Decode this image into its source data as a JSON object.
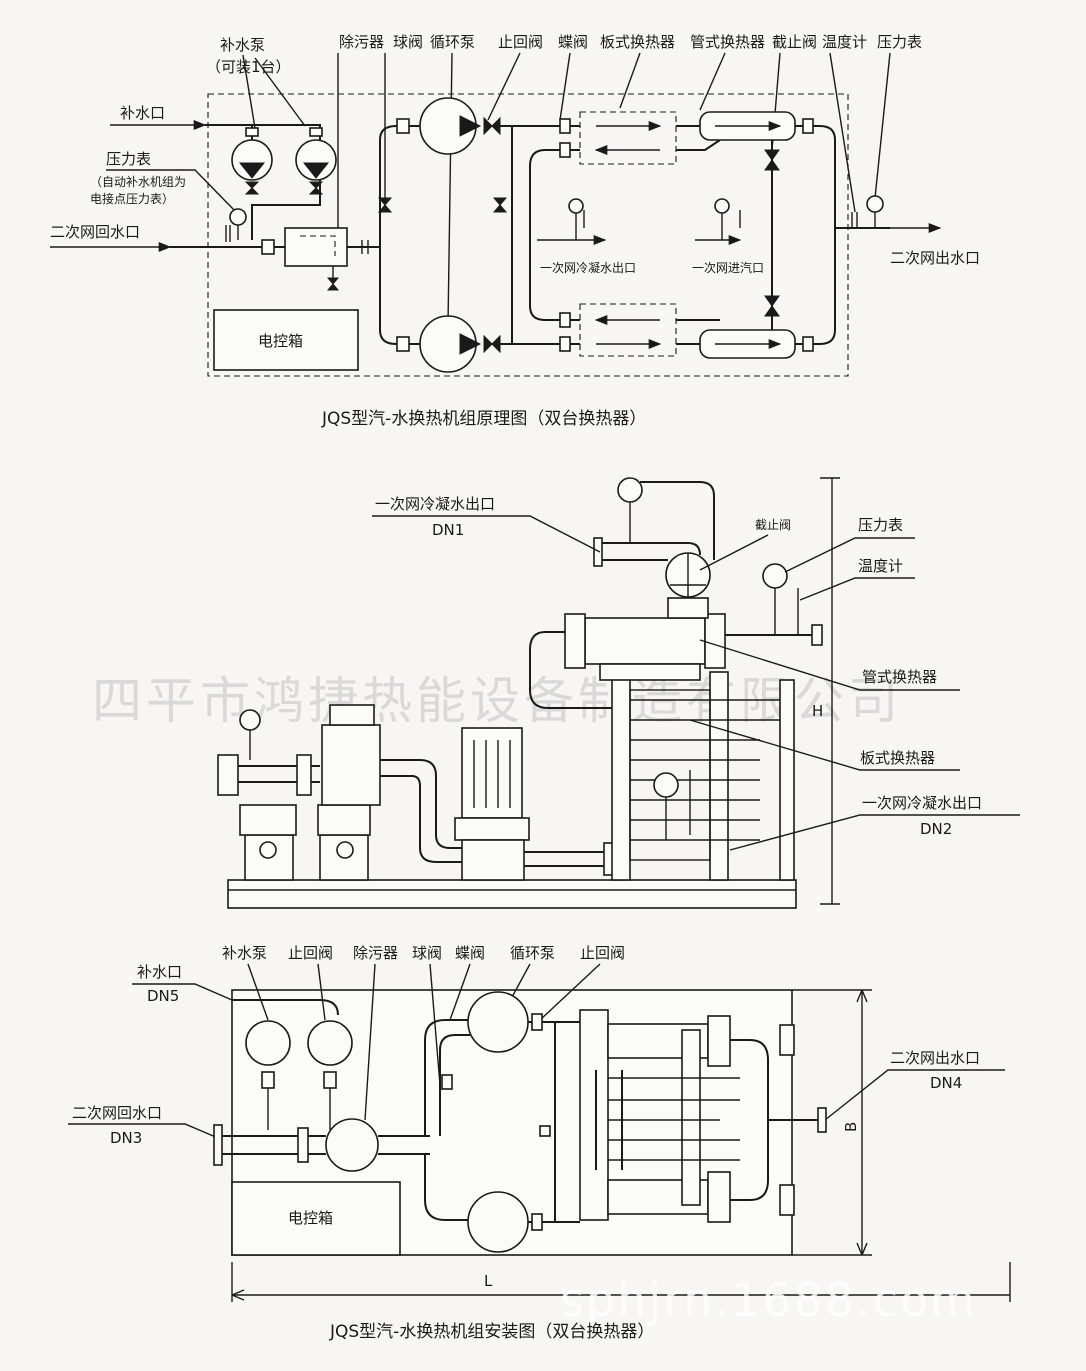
{
  "watermark_cn": "四平市鸿捷热能设备制造有限公司",
  "watermark_url": "sphjrn.1688.com",
  "schematic": {
    "title": "JQS型汽-水换热机组原理图（双台换热器）",
    "labels": {
      "makeup_pump": "补水泵",
      "makeup_pump_note": "（可装1台）",
      "strainer": "除污器",
      "ball_valve": "球阀",
      "circ_pump": "循环泵",
      "check_valve": "止回阀",
      "butterfly_valve": "蝶阀",
      "plate_hx": "板式换热器",
      "tube_hx": "管式换热器",
      "stop_valve": "截止阀",
      "thermometer": "温度计",
      "pressure_gauge": "压力表",
      "makeup_inlet": "补水口",
      "pressure_gauge_left": "压力表",
      "pg_note_1": "（自动补水机组为",
      "pg_note_2": "电接点压力表）",
      "secondary_return": "二次网回水口",
      "secondary_supply": "二次网出水口",
      "primary_condensate": "一次网冷凝水出口",
      "primary_steam": "一次网进汽口",
      "control_box": "电控箱"
    }
  },
  "elevation": {
    "labels": {
      "primary_condensate": "一次网冷凝水出口",
      "dn1": "DN1",
      "stop_valve": "截止阀",
      "pressure_gauge": "压力表",
      "thermometer": "温度计",
      "tube_hx": "管式换热器",
      "plate_hx": "板式换热器",
      "primary_condensate_2": "一次网冷凝水出口",
      "dn2": "DN2",
      "height": "H"
    }
  },
  "plan": {
    "title": "JQS型汽-水换热机组安装图（双台换热器）",
    "labels": {
      "makeup_pump": "补水泵",
      "check_valve": "止回阀",
      "strainer": "除污器",
      "ball_valve": "球阀",
      "butterfly_valve": "蝶阀",
      "circ_pump": "循环泵",
      "check_valve_2": "止回阀",
      "makeup_inlet": "补水口",
      "dn5": "DN5",
      "secondary_return": "二次网回水口",
      "dn3": "DN3",
      "secondary_supply": "二次网出水口",
      "dn4": "DN4",
      "control_box": "电控箱",
      "length": "L",
      "width": "B"
    }
  }
}
